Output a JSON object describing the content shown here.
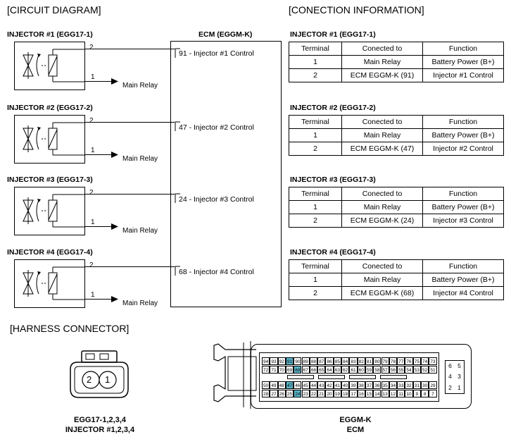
{
  "sections": {
    "circuit": "[CIRCUIT DIAGRAM]",
    "connection": "[CONECTION INFORMATION]",
    "harness": "[HARNESS CONNECTOR]"
  },
  "ecm": {
    "title": "ECM (EGGM-K)"
  },
  "injectors": [
    {
      "title": "INJECTOR #1 (EGG17-1)",
      "pin_top": "2",
      "pin_bottom": "1",
      "relay": "Main Relay",
      "ecm_label": "91 - Injector #1 Control"
    },
    {
      "title": "INJECTOR #2 (EGG17-2)",
      "pin_top": "2",
      "pin_bottom": "1",
      "relay": "Main Relay",
      "ecm_label": "47 - Injector #2 Control"
    },
    {
      "title": "INJECTOR #3 (EGG17-3)",
      "pin_top": "2",
      "pin_bottom": "1",
      "relay": "Main Relay",
      "ecm_label": "24 - Injector #3 Control"
    },
    {
      "title": "INJECTOR #4 (EGG17-4)",
      "pin_top": "2",
      "pin_bottom": "1",
      "relay": "Main Relay",
      "ecm_label": "68 - Injector #4 Control"
    }
  ],
  "tables": [
    {
      "title": "INJECTOR #1 (EGG17-1)",
      "headers": [
        "Terminal",
        "Conected to",
        "Function"
      ],
      "rows": [
        [
          "1",
          "Main Relay",
          "Battery Power (B+)"
        ],
        [
          "2",
          "ECM EGGM-K (91)",
          "Injector #1 Control"
        ]
      ]
    },
    {
      "title": "INJECTOR #2 (EGG17-2)",
      "headers": [
        "Terminal",
        "Conected to",
        "Function"
      ],
      "rows": [
        [
          "1",
          "Main Relay",
          "Battery Power (B+)"
        ],
        [
          "2",
          "ECM EGGM-K (47)",
          "Injector #2 Control"
        ]
      ]
    },
    {
      "title": "INJECTOR #3 (EGG17-3)",
      "headers": [
        "Terminal",
        "Conected to",
        "Function"
      ],
      "rows": [
        [
          "1",
          "Main Relay",
          "Battery Power (B+)"
        ],
        [
          "2",
          "ECM EGGM-K (24)",
          "Injector #3 Control"
        ]
      ]
    },
    {
      "title": "INJECTOR #4 (EGG17-4)",
      "headers": [
        "Terminal",
        "Conected to",
        "Function"
      ],
      "rows": [
        [
          "1",
          "Main Relay",
          "Battery Power (B+)"
        ],
        [
          "2",
          "ECM EGGM-K (68)",
          "Injector #4 Control"
        ]
      ]
    }
  ],
  "harness": {
    "small_pins": [
      "2",
      "1"
    ],
    "small_caption": [
      "EGG17-1,2,3,4",
      "INJECTOR #1,2,3,4"
    ],
    "ecm_caption": [
      "EGGM-K",
      "ECM"
    ],
    "ecm_rows": [
      [
        "94",
        "93",
        "92",
        "91",
        "90",
        "89",
        "88",
        "87",
        "86",
        "85",
        "84",
        "83",
        "82",
        "81",
        "80",
        "79",
        "78",
        "77",
        "76",
        "75",
        "74",
        "73"
      ],
      [
        "72",
        "71",
        "70",
        "69",
        "68",
        "67",
        "66",
        "65",
        "64",
        "63",
        "62",
        "61",
        "60",
        "59",
        "58",
        "57",
        "56",
        "55",
        "54",
        "53",
        "52",
        "51"
      ],
      [
        "50",
        "49",
        "48",
        "47",
        "46",
        "45",
        "44",
        "43",
        "42",
        "41",
        "40",
        "39",
        "38",
        "37",
        "36",
        "35",
        "34",
        "33",
        "32",
        "31",
        "30",
        "29"
      ],
      [
        "28",
        "27",
        "26",
        "25",
        "24",
        "23",
        "22",
        "21",
        "20",
        "19",
        "18",
        "17",
        "16",
        "15",
        "14",
        "13",
        "12",
        "11",
        "10",
        "9",
        "8",
        "7"
      ]
    ],
    "ecm_right_pins": [
      [
        "6",
        "5"
      ],
      [
        "4",
        "3"
      ],
      [
        "2",
        "1"
      ]
    ],
    "highlight_pins": [
      "91",
      "68",
      "47",
      "24"
    ],
    "highlight_color": "#5ab4c8"
  }
}
